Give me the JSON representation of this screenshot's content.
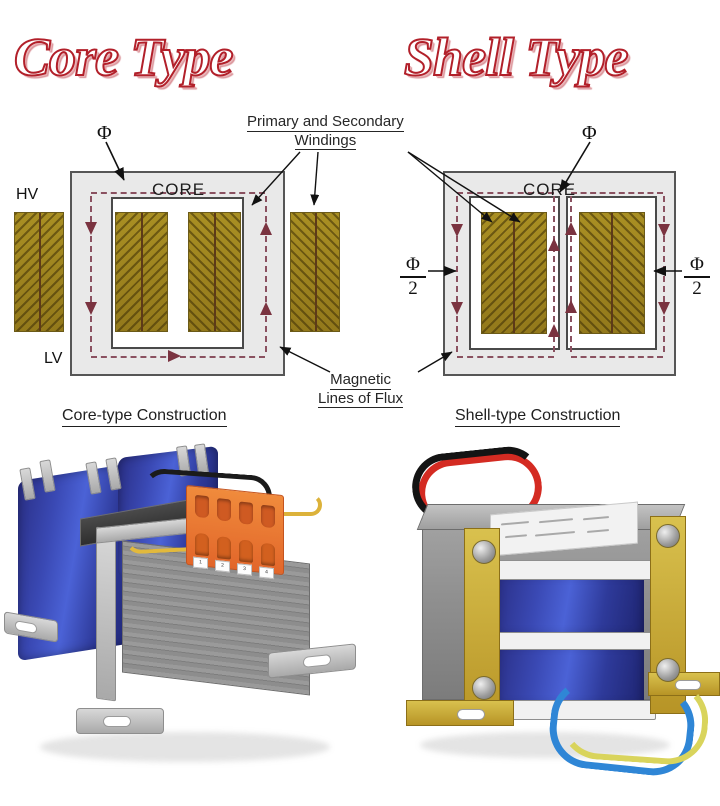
{
  "titles": {
    "left": "Core Type",
    "right": "Shell Type",
    "outline_color": "#b2202a"
  },
  "colors": {
    "core_fill": "#e9e9e9",
    "core_border": "#565656",
    "winding": "#9c8420",
    "flux": "#8a5160",
    "arrow": "#7a3340",
    "coil_blue": "#3a49b4",
    "terminal_orange": "#e2662a",
    "brass": "#c8a52f",
    "lamination_grey": "#8d8d8d"
  },
  "core_diagram": {
    "core_label": "CORE",
    "flux_symbol": "Φ",
    "hv_label": "HV",
    "lv_label": "LV",
    "caption": "Core-type Construction",
    "windings": 4,
    "limbs": 2,
    "flux_paths": 1
  },
  "shell_diagram": {
    "core_label": "CORE",
    "flux_symbol": "Φ",
    "half_flux": {
      "numerator": "Φ",
      "denominator": "2"
    },
    "caption": "Shell-type Construction",
    "windings": 2,
    "limbs": 3,
    "flux_paths": 2
  },
  "callouts": {
    "windings": {
      "line1": "Primary and Secondary",
      "line2": "Windings"
    },
    "flux": {
      "line1": "Magnetic",
      "line2": "Lines of Flux"
    }
  },
  "photos": {
    "left": {
      "name": "core-type-transformer-photo",
      "terminal_numbers": [
        "1",
        "2",
        "3",
        "4"
      ]
    },
    "right": {
      "name": "shell-type-transformer-photo",
      "lead_colors": [
        "red",
        "black",
        "blue",
        "yellow-green"
      ]
    }
  }
}
